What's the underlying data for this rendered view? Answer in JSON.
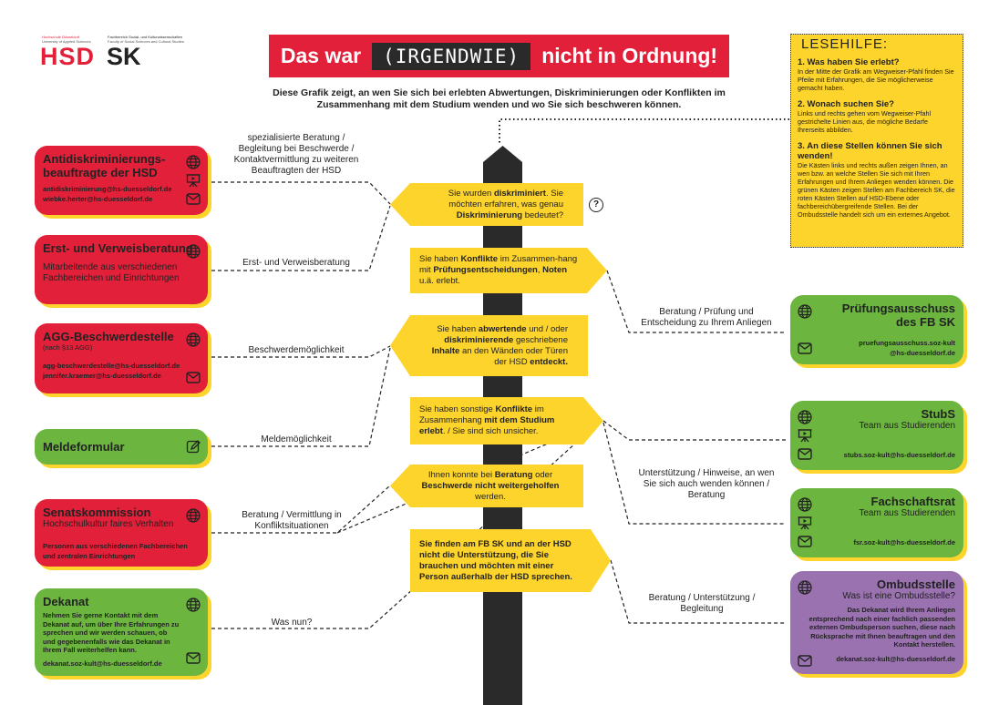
{
  "logos": {
    "hsd_small": "Hochschule Düsseldorf",
    "hsd_small2": "University of Applied Sciences",
    "hsd": "HSD",
    "sk_small": "Fachbereich Sozial- und Kulturwissenschaften",
    "sk_small2": "Faculty of Social Sciences and Cultural Studies",
    "sk": "SK"
  },
  "title": {
    "pre": "Das war",
    "box": "(IRGENDWIE)",
    "post": "nicht in Ordnung!"
  },
  "subtitle": "Diese Grafik zeigt, an wen Sie sich bei erlebten Abwertungen, Diskriminierungen oder Konflikten im Zusammenhang mit dem Studium wenden und wo Sie sich beschweren können.",
  "lesehilfe": {
    "title": "LESEHILFE:",
    "h1": "1. Was haben Sie erlebt?",
    "p1": "In der Mitte der Grafik am Wegweiser-Pfahl finden Sie Pfeile mit Erfahrungen, die Sie möglicherweise gemacht haben.",
    "h2": "2. Wonach suchen Sie?",
    "p2": "Links und rechts gehen vom Wegweiser-Pfahl gestrichelte Linien aus, die mögliche Bedarfe Ihrerseits abbilden.",
    "h3": "3. An diese Stellen können Sie sich wenden!",
    "p3": "Die Kästen links und rechts außen zeigen Ihnen, an wen bzw. an welche Stellen Sie sich mit Ihren Erfahrungen und Ihrem Anliegen wenden können. Die grünen Kästen zeigen Stellen am Fachbereich SK, die roten Kästen Stellen auf HSD-Ebene oder fachbereichübergreifende Stellen. Bei der Ombudsstelle handelt sich um ein externes Angebot."
  },
  "left": {
    "adb": {
      "title": "Antidiskriminierungs-beauftragte der HSD",
      "mail1": "antidiskriminierung@hs-duesseldorf.de",
      "mail2": "wiebke.herter@hs-duesseldorf.de"
    },
    "erst": {
      "title": "Erst- und Verweisberatung",
      "desc": "Mitarbeitende aus verschiedenen Fachbereichen und Einrichtungen"
    },
    "agg": {
      "title": "AGG-Beschwerdestelle",
      "sub": "(nach §13 AGG)",
      "mail1": "agg-beschwerdestelle@hs-duesseldorf.de",
      "mail2": "jennifer.kraemer@hs-duesseldorf.de"
    },
    "melde": {
      "title": "Meldeformular"
    },
    "senat": {
      "title": "Senatskommission",
      "sub": "Hochschulkultur faires Verhalten",
      "desc": "Personen aus verschiedenen Fachbereichen und zentralen Einrichtungen"
    },
    "dekanat": {
      "title": "Dekanat",
      "desc": "Nehmen Sie gerne Kontakt mit dem Dekanat auf, um über Ihre Erfahrungen zu sprechen und wir werden schauen, ob und gegebenenfalls wie das Dekanat in Ihrem Fall weiterhelfen kann.",
      "mail": "dekanat.soz-kult@hs-duesseldorf.de"
    }
  },
  "right": {
    "pa": {
      "title": "Prüfungsausschuss des FB SK",
      "mail1": "pruefungsausschuss.soz-kult",
      "mail2": "@hs-duesseldorf.de"
    },
    "stubs": {
      "title": "StubS",
      "sub": "Team aus Studierenden",
      "mail": "stubs.soz-kult@hs-duesseldorf.de"
    },
    "fsr": {
      "title": "Fachschaftsrat",
      "sub": "Team aus Studierenden",
      "mail": "fsr.soz-kult@hs-duesseldorf.de"
    },
    "ombud": {
      "title": "Ombudsstelle",
      "sub": "Was ist eine Ombudsstelle?",
      "desc": "Das Dekanat wird Ihrem Anliegen entsprechend nach einer fachlich passenden externen Ombudsperson suchen, diese nach Rücksprache mit Ihnen beauftragen und den Kontakt herstellen.",
      "mail": "dekanat.soz-kult@hs-duesseldorf.de"
    }
  },
  "labels": {
    "l1": "spezialisierte Beratung / Begleitung bei Beschwerde / Kontaktvermittlung zu weiteren Beauftragten der HSD",
    "l2": "Erst- und Verweisberatung",
    "l3": "Beschwerdemöglichkeit",
    "l4": "Meldemöglichkeit",
    "l5": "Beratung / Vermittlung in Konfliktsituationen",
    "l6": "Was nun?",
    "r1": "Beratung / Prüfung und Entscheidung zu Ihrem Anliegen",
    "r2": "Unterstützung / Hinweise, an wen Sie sich auch wenden können / Beratung",
    "r3": "Beratung / Unterstützung / Begleitung"
  },
  "signs": {
    "s1": {
      "a": "Sie wurden ",
      "b": "diskriminiert",
      "c": ". Sie möchten erfahren, was genau ",
      "d": "Diskriminierung",
      "e": " bedeutet?"
    },
    "s2": {
      "a": "Sie haben ",
      "b": "Konflikte",
      "c": " im Zusammen-hang mit ",
      "d": "Prüfungsentscheidungen",
      "e": ", ",
      "f": "Noten",
      "g": " u.ä. erlebt."
    },
    "s3": {
      "a": "Sie haben ",
      "b": "abwertende",
      "c": " und / oder ",
      "d": "diskriminierende",
      "e": " geschriebene ",
      "f": "Inhalte",
      "g": " an den Wänden oder Türen der HSD ",
      "h": "entdeckt."
    },
    "s4": {
      "a": "Sie haben sonstige ",
      "b": "Konflikte",
      "c": " im Zusammenhang ",
      "d": "mit dem Studium erlebt",
      "e": ". / Sie sind sich unsicher."
    },
    "s5": {
      "a": "Ihnen konnte bei ",
      "b": "Beratung",
      "c": " oder ",
      "d": "Beschwerde nicht weitergeholfen",
      "e": " werden."
    },
    "s6": {
      "a": "Sie finden am FB SK und an der HSD nicht die Unterstützung, die Sie brauchen und möchten mit einer Person außerhalb der HSD sprechen."
    }
  },
  "question_icon": "?",
  "colors": {
    "red": "#e3203a",
    "green": "#6cb63f",
    "purple": "#9a72b0",
    "yellow": "#fdd42c",
    "dark": "#2a2a2a"
  }
}
